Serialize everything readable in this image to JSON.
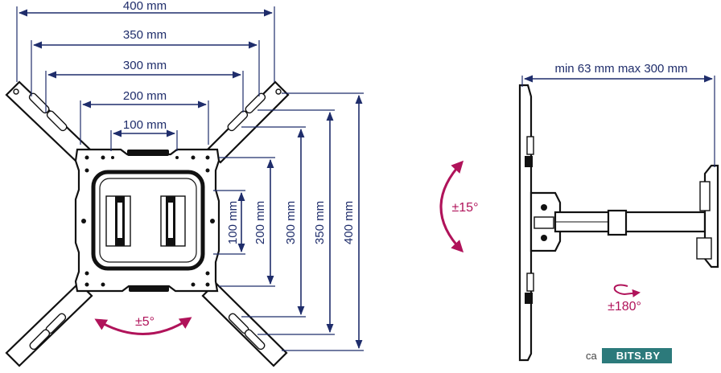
{
  "front_view": {
    "horizontal_dimensions": [
      "400 mm",
      "350 mm",
      "300 mm",
      "200 mm",
      "100 mm"
    ],
    "vertical_dimensions": [
      "100 mm",
      "200 mm",
      "300 mm",
      "350 mm",
      "400 mm"
    ],
    "swivel_label": "±5°"
  },
  "side_view": {
    "extension_label": "min 63 mm max 300 mm",
    "tilt_label": "±15°",
    "rotation_label": "±180°"
  },
  "watermark": {
    "prefix": "ca",
    "logo_text": "BITS.BY",
    "logo_color": "#2c7a7b"
  },
  "colors": {
    "dimension": "#1f2d6b",
    "rotation": "#b0135a",
    "outline": "#111111"
  }
}
